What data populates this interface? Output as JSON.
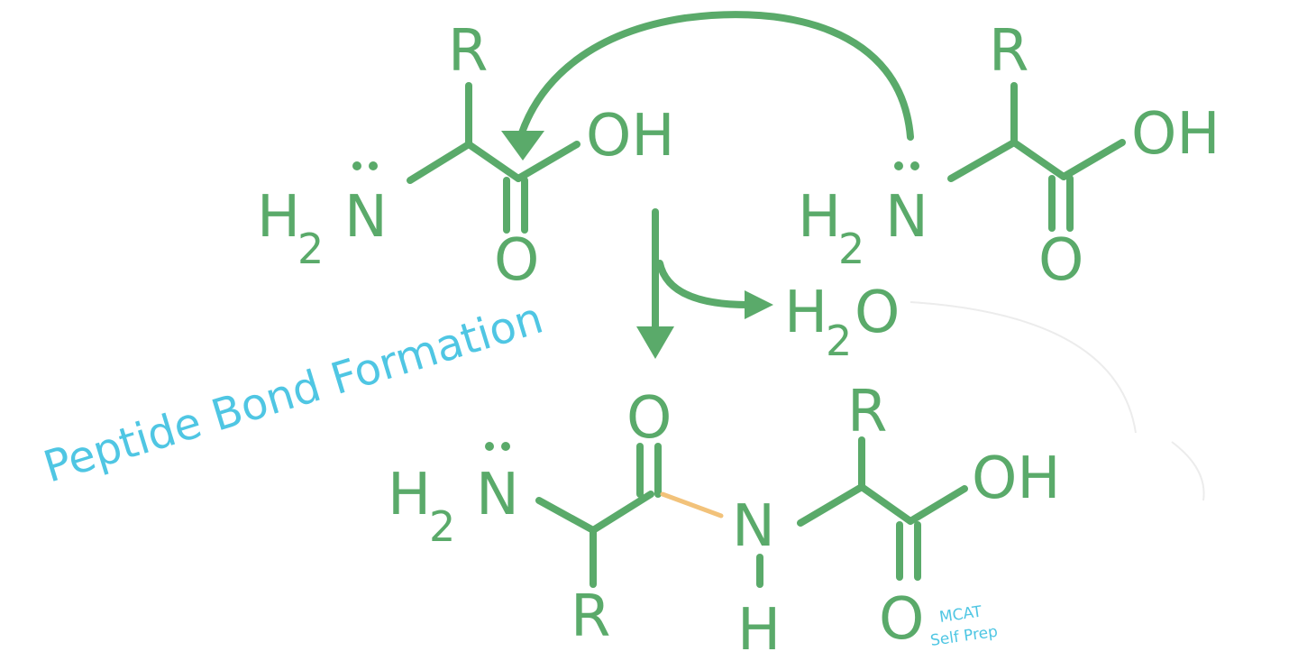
{
  "molecule_1": {
    "r_group": "R",
    "amine_h": "H",
    "amine_sub": "2",
    "amine_n": "N",
    "hydroxyl": "OH",
    "carbonyl_o": "O"
  },
  "molecule_2": {
    "r_group": "R",
    "amine_h": "H",
    "amine_sub": "2",
    "amine_n": "N",
    "hydroxyl": "OH",
    "carbonyl_o": "O"
  },
  "byproduct": {
    "h": "H",
    "sub": "2",
    "o": "O"
  },
  "product": {
    "amine_h": "H",
    "amine_sub": "2",
    "amine_n": "N",
    "carbonyl_o": "O",
    "r_group_1": "R",
    "amide_n": "N",
    "amide_h": "H",
    "r_group_2": "R",
    "hydroxyl": "OH",
    "carbonyl_o2": "O"
  },
  "caption": "Peptide Bond Formation",
  "watermark": {
    "line1": "MCAT",
    "line2": "Self Prep"
  },
  "colors": {
    "structure": "#5aaa6a",
    "peptide_bond": "#f2c27a",
    "caption": "#4fc6e3"
  }
}
